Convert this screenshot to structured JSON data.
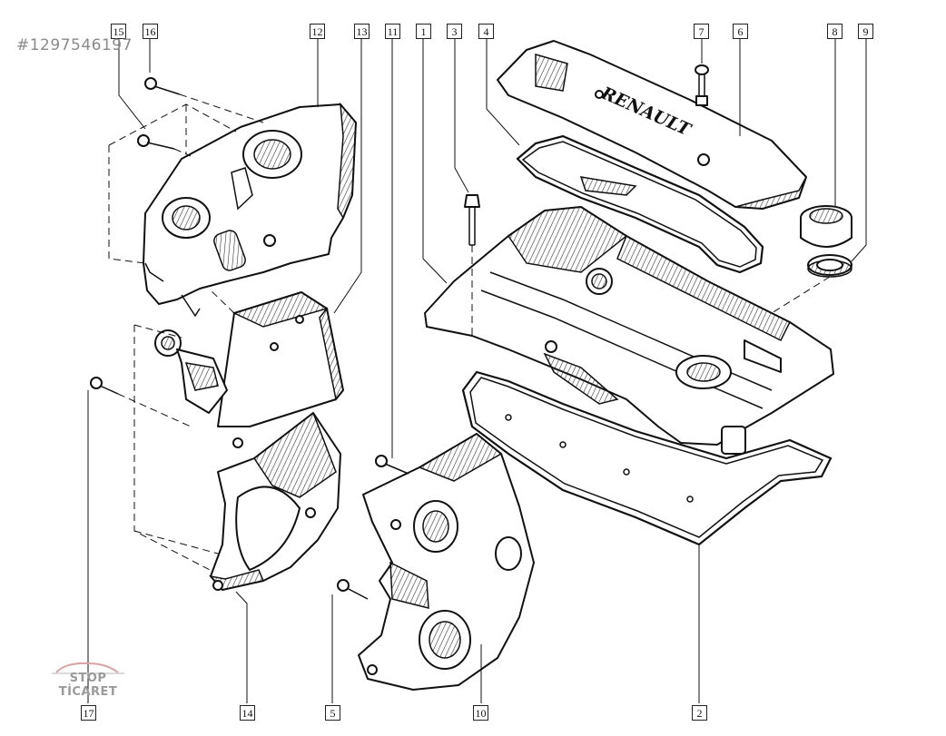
{
  "watermark": "#1297546197",
  "logo_text": "STOP TİCARET",
  "brand_on_cover": "RENAULT",
  "callouts": {
    "c15": "15",
    "c16": "16",
    "c12": "12",
    "c13": "13",
    "c11": "11",
    "c1": "1",
    "c3": "3",
    "c4": "4",
    "c7": "7",
    "c6": "6",
    "c8": "8",
    "c9": "9",
    "c17": "17",
    "c14": "14",
    "c5": "5",
    "c10": "10",
    "c2": "2"
  }
}
